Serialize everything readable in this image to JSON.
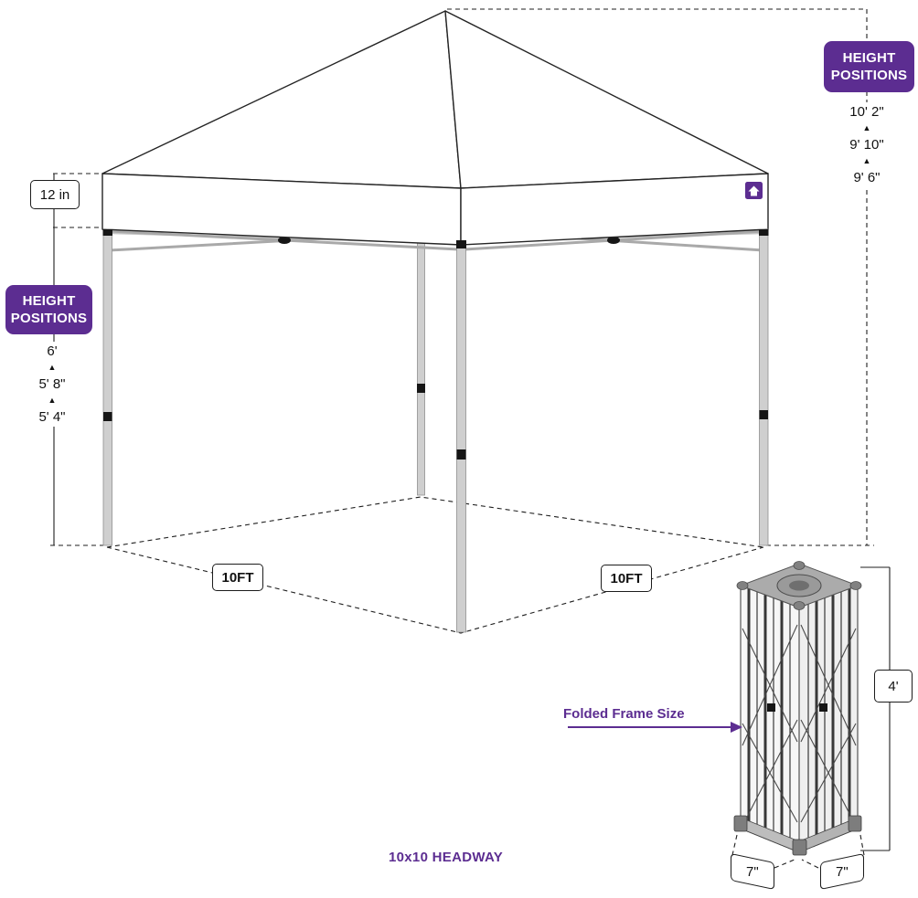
{
  "colors": {
    "purple": "#5C2D91",
    "line": "#1f1f1f",
    "leg": "#cfcfcf"
  },
  "icons": {
    "up_arrow": "▲"
  },
  "left_dimension": {
    "valance_label": "12 in",
    "badge_line1": "HEIGHT",
    "badge_line2": "POSITIONS",
    "positions": [
      "6'",
      "5' 8\"",
      "5' 4\""
    ]
  },
  "right_dimension": {
    "badge_line1": "HEIGHT",
    "badge_line2": "POSITIONS",
    "positions": [
      "10' 2\"",
      "9' 10\"",
      "9' 6\""
    ]
  },
  "base": {
    "left_label": "10FT",
    "right_label": "10FT"
  },
  "folded_frame": {
    "caption": "Folded Frame Size",
    "height_label": "4'",
    "width_label": "7\"",
    "depth_label": "7\""
  },
  "product_name": "10x10 HEADWAY"
}
